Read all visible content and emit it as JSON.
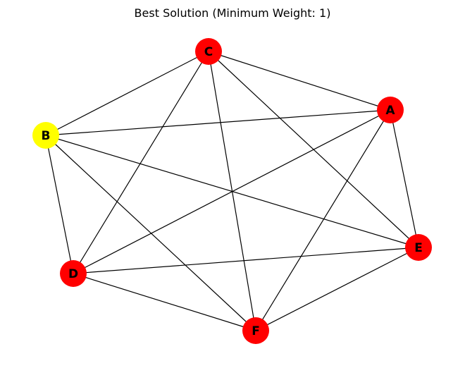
{
  "title": "Best Solution (Minimum Weight: 1)",
  "colors": {
    "default_node": "#ff0000",
    "selected_node": "#ffff00",
    "edge": "#000000"
  },
  "nodes": [
    {
      "id": "A",
      "label": "A",
      "selected": false
    },
    {
      "id": "B",
      "label": "B",
      "selected": true
    },
    {
      "id": "C",
      "label": "C",
      "selected": false
    },
    {
      "id": "D",
      "label": "D",
      "selected": false
    },
    {
      "id": "E",
      "label": "E",
      "selected": false
    },
    {
      "id": "F",
      "label": "F",
      "selected": false
    }
  ],
  "edges": [
    [
      "C",
      "B"
    ],
    [
      "C",
      "A"
    ],
    [
      "C",
      "D"
    ],
    [
      "C",
      "F"
    ],
    [
      "C",
      "E"
    ],
    [
      "B",
      "A"
    ],
    [
      "B",
      "D"
    ],
    [
      "B",
      "F"
    ],
    [
      "B",
      "E"
    ],
    [
      "A",
      "D"
    ],
    [
      "A",
      "F"
    ],
    [
      "A",
      "E"
    ],
    [
      "D",
      "E"
    ],
    [
      "D",
      "F"
    ],
    [
      "E",
      "F"
    ]
  ]
}
